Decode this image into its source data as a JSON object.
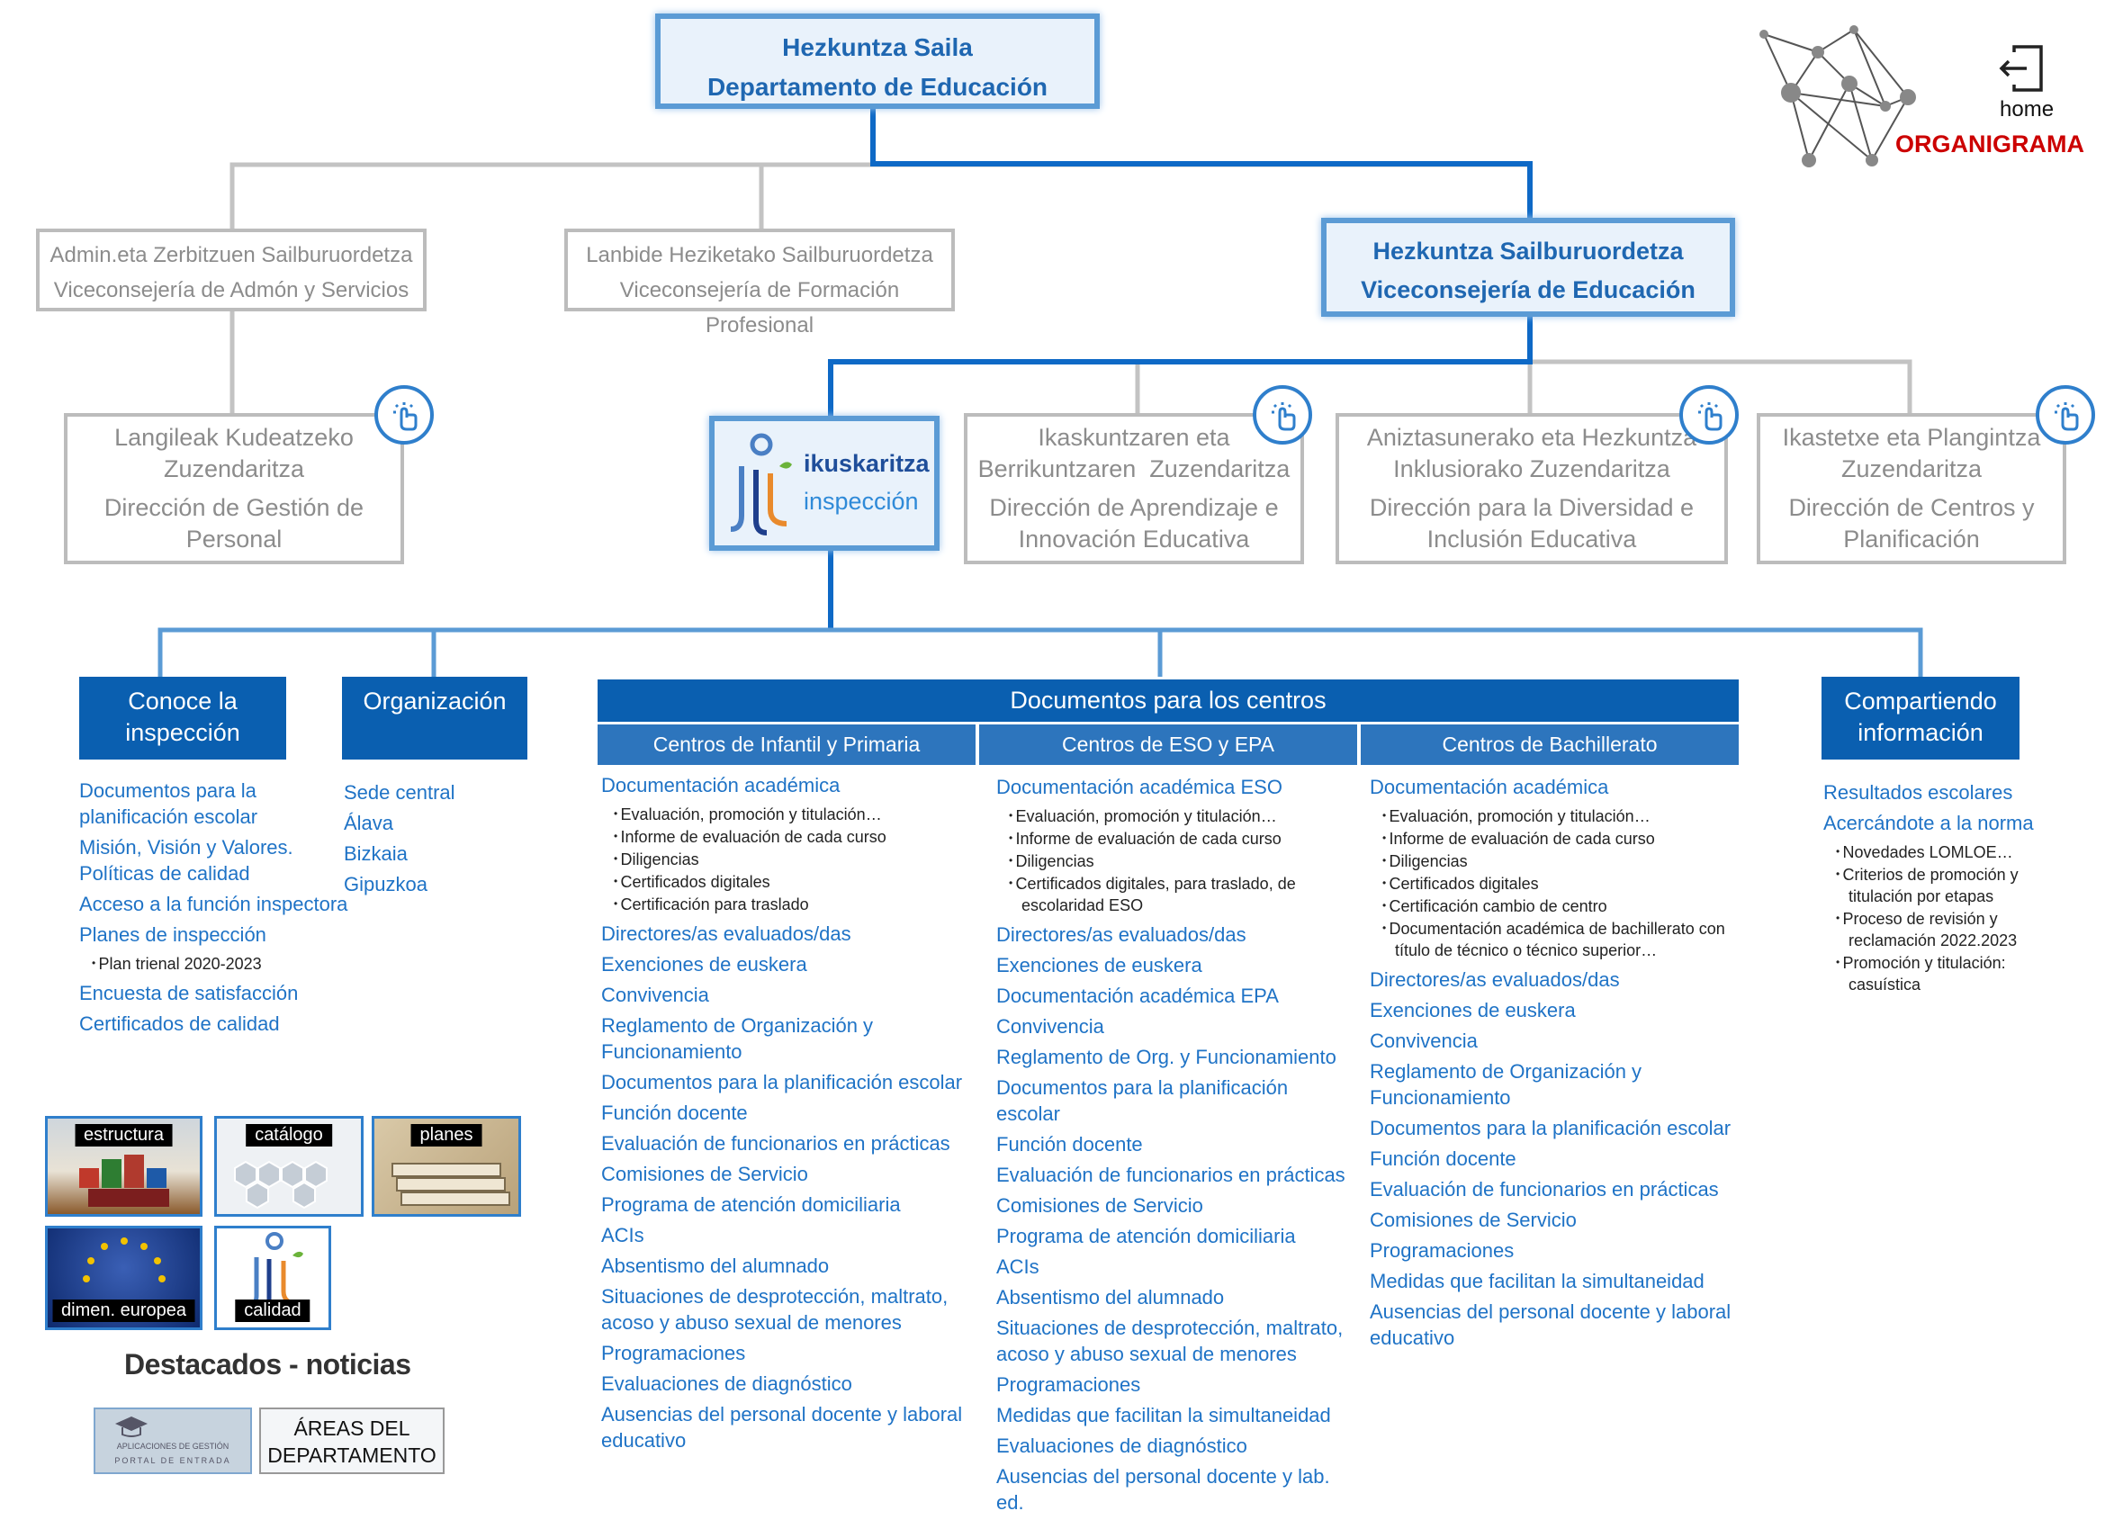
{
  "top": {
    "dept": {
      "line1": "Hezkuntza Saila",
      "line2": "Departamento de Educación"
    },
    "vice_admin": {
      "line1": "Admin.eta Zerbitzuen Sailburuordetza",
      "line2": "Viceconsejería de Admón y Servicios"
    },
    "vice_fp": {
      "line1": "Lanbide Heziketako Sailburuordetza",
      "line2": "Viceconsejería de Formación Profesional"
    },
    "vice_edu": {
      "line1": "Hezkuntza Sailburuordetza",
      "line2": "Viceconsejería de Educación"
    }
  },
  "directorates": {
    "personal": {
      "eu": "Langileak Kudeatzeko Zuzendaritza",
      "es": "Dirección de Gestión de Personal"
    },
    "inspeccion": {
      "eu": "ikuskaritza",
      "es": "inspección"
    },
    "aprendizaje": {
      "eu": "Ikaskuntzaren eta Berrikuntzaren  Zuzendaritza",
      "es": "Dirección de Aprendizaje e Innovación Educativa"
    },
    "diversidad": {
      "eu": "Aniztasunerako eta Hezkuntza Inklusiorako Zuzendaritza",
      "es": "Dirección para la Diversidad e Inclusión Educativa"
    },
    "centros": {
      "eu": "Ikastetxe eta Plangintza Zuzendaritza",
      "es": "Dirección de Centros y Planificación"
    }
  },
  "brand": {
    "home_label": "home",
    "organigrama_label": "ORGANIGRAMA",
    "organigrama_color": "#cc0000"
  },
  "sections": {
    "conoce": {
      "title": "Conoce la inspección",
      "links": [
        {
          "text": "Documentos para la planificación escolar"
        },
        {
          "text": "Misión, Visión y Valores. Políticas de calidad"
        },
        {
          "text": "Acceso a la función inspectora"
        },
        {
          "text": "Planes de inspección",
          "subs": [
            "Plan trienal 2020-2023"
          ]
        },
        {
          "text": "Encuesta de satisfacción"
        },
        {
          "text": "Certificados de calidad"
        }
      ]
    },
    "organizacion": {
      "title": "Organización",
      "links": [
        {
          "text": "Sede central"
        },
        {
          "text": "Álava"
        },
        {
          "text": "Bizkaia"
        },
        {
          "text": "Gipuzkoa"
        }
      ]
    },
    "documentos": {
      "title": "Documentos para los centros",
      "infantil": {
        "title": "Centros de Infantil y Primaria",
        "links": [
          {
            "text": "Documentación académica",
            "subs": [
              "Evaluación, promoción y titulación…",
              "Informe de evaluación de cada curso",
              "Diligencias",
              "Certificados digitales",
              "Certificación para traslado"
            ]
          },
          {
            "text": "Directores/as evaluados/das"
          },
          {
            "text": "Exenciones de euskera"
          },
          {
            "text": "Convivencia"
          },
          {
            "text": "Reglamento de Organización y Funcionamiento"
          },
          {
            "text": "Documentos para la planificación escolar"
          },
          {
            "text": "Función docente"
          },
          {
            "text": "Evaluación de funcionarios en prácticas"
          },
          {
            "text": "Comisiones de Servicio"
          },
          {
            "text": "Programa de atención domiciliaria"
          },
          {
            "text": "ACIs"
          },
          {
            "text": "Absentismo del alumnado"
          },
          {
            "text": "Situaciones de desprotección, maltrato, acoso y abuso sexual de menores"
          },
          {
            "text": "Programaciones"
          },
          {
            "text": "Evaluaciones de diagnóstico"
          },
          {
            "text": "Ausencias del personal docente y laboral educativo"
          }
        ]
      },
      "eso": {
        "title": "Centros de ESO y EPA",
        "links": [
          {
            "text": "Documentación académica ESO",
            "subs": [
              "Evaluación, promoción y titulación…",
              "Informe de evaluación de cada curso",
              "Diligencias",
              "Certificados digitales, para traslado, de escolaridad ESO"
            ]
          },
          {
            "text": "Directores/as evaluados/das"
          },
          {
            "text": "Exenciones de euskera"
          },
          {
            "text": "Documentación académica EPA"
          },
          {
            "text": "Convivencia"
          },
          {
            "text": "Reglamento de Org. y Funcionamiento"
          },
          {
            "text": "Documentos para la planificación escolar"
          },
          {
            "text": "Función docente"
          },
          {
            "text": "Evaluación de funcionarios en prácticas"
          },
          {
            "text": "Comisiones de Servicio"
          },
          {
            "text": "Programa de atención domiciliaria"
          },
          {
            "text": "ACIs"
          },
          {
            "text": "Absentismo del alumnado"
          },
          {
            "text": "Situaciones de desprotección, maltrato, acoso y abuso sexual de menores"
          },
          {
            "text": "Programaciones"
          },
          {
            "text": "Medidas que facilitan la simultaneidad"
          },
          {
            "text": "Evaluaciones de diagnóstico"
          },
          {
            "text": "Ausencias del personal docente y lab. ed."
          }
        ]
      },
      "bachillerato": {
        "title": "Centros de Bachillerato",
        "links": [
          {
            "text": "Documentación académica",
            "subs": [
              "Evaluación, promoción y titulación…",
              "Informe de evaluación de cada curso",
              "Diligencias",
              "Certificados digitales",
              "Certificación cambio de centro",
              "Documentación académica de bachillerato con título de técnico o técnico superior…"
            ]
          },
          {
            "text": "Directores/as evaluados/das"
          },
          {
            "text": "Exenciones de euskera"
          },
          {
            "text": "Convivencia"
          },
          {
            "text": "Reglamento de Organización y Funcionamiento"
          },
          {
            "text": "Documentos para la planificación escolar"
          },
          {
            "text": "Función docente"
          },
          {
            "text": "Evaluación de funcionarios en prácticas"
          },
          {
            "text": "Comisiones de Servicio"
          },
          {
            "text": "Programaciones"
          },
          {
            "text": "Medidas que facilitan la simultaneidad"
          },
          {
            "text": "Ausencias del personal docente y laboral educativo"
          }
        ]
      }
    },
    "compartiendo": {
      "title": "Compartiendo información",
      "links": [
        {
          "text": "Resultados escolares"
        },
        {
          "text": "Acercándote a la norma",
          "subs": [
            "Novedades LOMLOE…",
            "Criterios de promoción y titulación por etapas",
            "Proceso de revisión y reclamación 2022.2023",
            "Promoción y titulación: casuística"
          ]
        }
      ]
    }
  },
  "thumbs": {
    "estructura": "estructura",
    "catalogo": "catálogo",
    "planes": "planes",
    "dimension": "dimen. europea",
    "calidad": "calidad"
  },
  "news": {
    "title": "Destacados - noticias"
  },
  "footer": {
    "portal": {
      "line1": "APLICACIONES DE GESTIÓN",
      "line2": "PORTAL DE ENTRADA"
    },
    "areas": {
      "line1": "ÁREAS DEL",
      "line2": "DEPARTAMENTO"
    }
  },
  "colors": {
    "dark_blue": "#0a5fb0",
    "mid_blue": "#2d75bd",
    "link_blue": "#1f73c6",
    "grey": "#bcbcbc"
  }
}
